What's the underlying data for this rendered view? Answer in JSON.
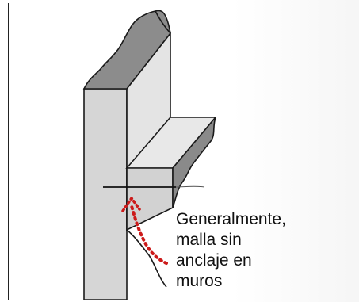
{
  "caption": {
    "lines": [
      "Generalmente,",
      "malla sin",
      "anclaje en",
      "muros"
    ]
  },
  "colors": {
    "wall_face": "#d4d4d4",
    "wall_top": "#8a8a8a",
    "wall_side": "#e6e6e6",
    "outline": "#1a1a1a",
    "arrow": "#cc1a1a"
  },
  "icons": {
    "arrow": "dotted-curved-arrow-up"
  }
}
